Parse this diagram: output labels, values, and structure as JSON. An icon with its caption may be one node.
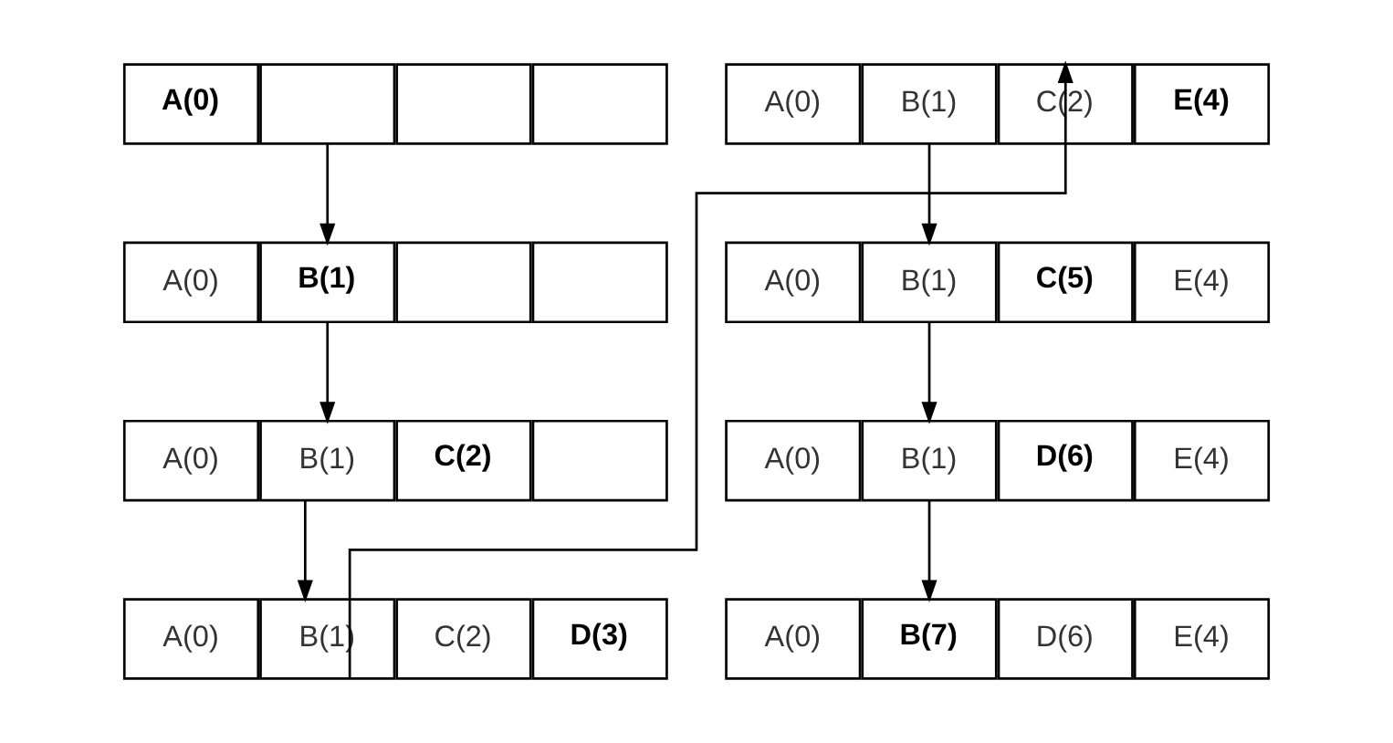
{
  "diagram": {
    "nodes": [
      {
        "text": [
          "**A(0)**"
        ]
      },
      {
        "text": [],
        "shape": "box"
      },
      {
        "text": [],
        "shape": "box"
      },
      {
        "text": [],
        "shape": "box"
      },
      {
        "text": [
          "A(0)"
        ]
      },
      {
        "text": [
          "**B(1)**"
        ]
      },
      {
        "text": [],
        "shape": "box"
      },
      {
        "text": [],
        "shape": "box"
      },
      {
        "text": [
          "A(0)"
        ]
      },
      {
        "text": [
          "B(1)"
        ]
      },
      {
        "text": [
          "**C(2)**"
        ]
      },
      {
        "text": [],
        "shape": "box"
      },
      {
        "text": [
          "A(0)"
        ]
      },
      {
        "text": [
          "B(1)"
        ]
      },
      {
        "text": [
          "C(2)"
        ]
      },
      {
        "text": [
          "**D(3)**"
        ]
      },
      {
        "text": [
          "A(0)"
        ]
      },
      {
        "text": [
          "B(1)"
        ]
      },
      {
        "text": [
          "C(2)"
        ]
      },
      {
        "text": [
          "**E(4)**"
        ]
      },
      {
        "text": [
          "A(0)"
        ]
      },
      {
        "text": [
          "B(1)"
        ]
      },
      {
        "text": [
          "**C(5)**"
        ]
      },
      {
        "text": [
          "E(4)"
        ]
      },
      {
        "text": [
          "A(0)"
        ]
      },
      {
        "text": [
          "B(1)"
        ]
      },
      {
        "text": [
          "**D(6)**"
        ]
      },
      {
        "text": [
          "E(4)"
        ]
      },
      {
        "text": [
          "A(0)"
        ]
      },
      {
        "text": [
          "**B(7)**"
        ]
      },
      {
        "text": [
          "D(6)"
        ]
      },
      {
        "text": [
          "E(4)"
        ]
      }
    ],
    "edges": [
      {
        "from": 1,
        "to": 5,
        "arrow": "to"
      },
      {
        "from": 5,
        "to": 9,
        "arrow": "to"
      },
      {
        "from": 9,
        "to": 13,
        "arrow": "to"
      },
      {
        "from": 13,
        "to": 18,
        "arrow": "to"
      },
      {
        "from": 17,
        "to": 21,
        "arrow": "to"
      },
      {
        "from": 21,
        "to": 25,
        "arrow": "to"
      },
      {
        "from": 25,
        "to": 29,
        "arrow": "to"
      }
    ]
  }
}
